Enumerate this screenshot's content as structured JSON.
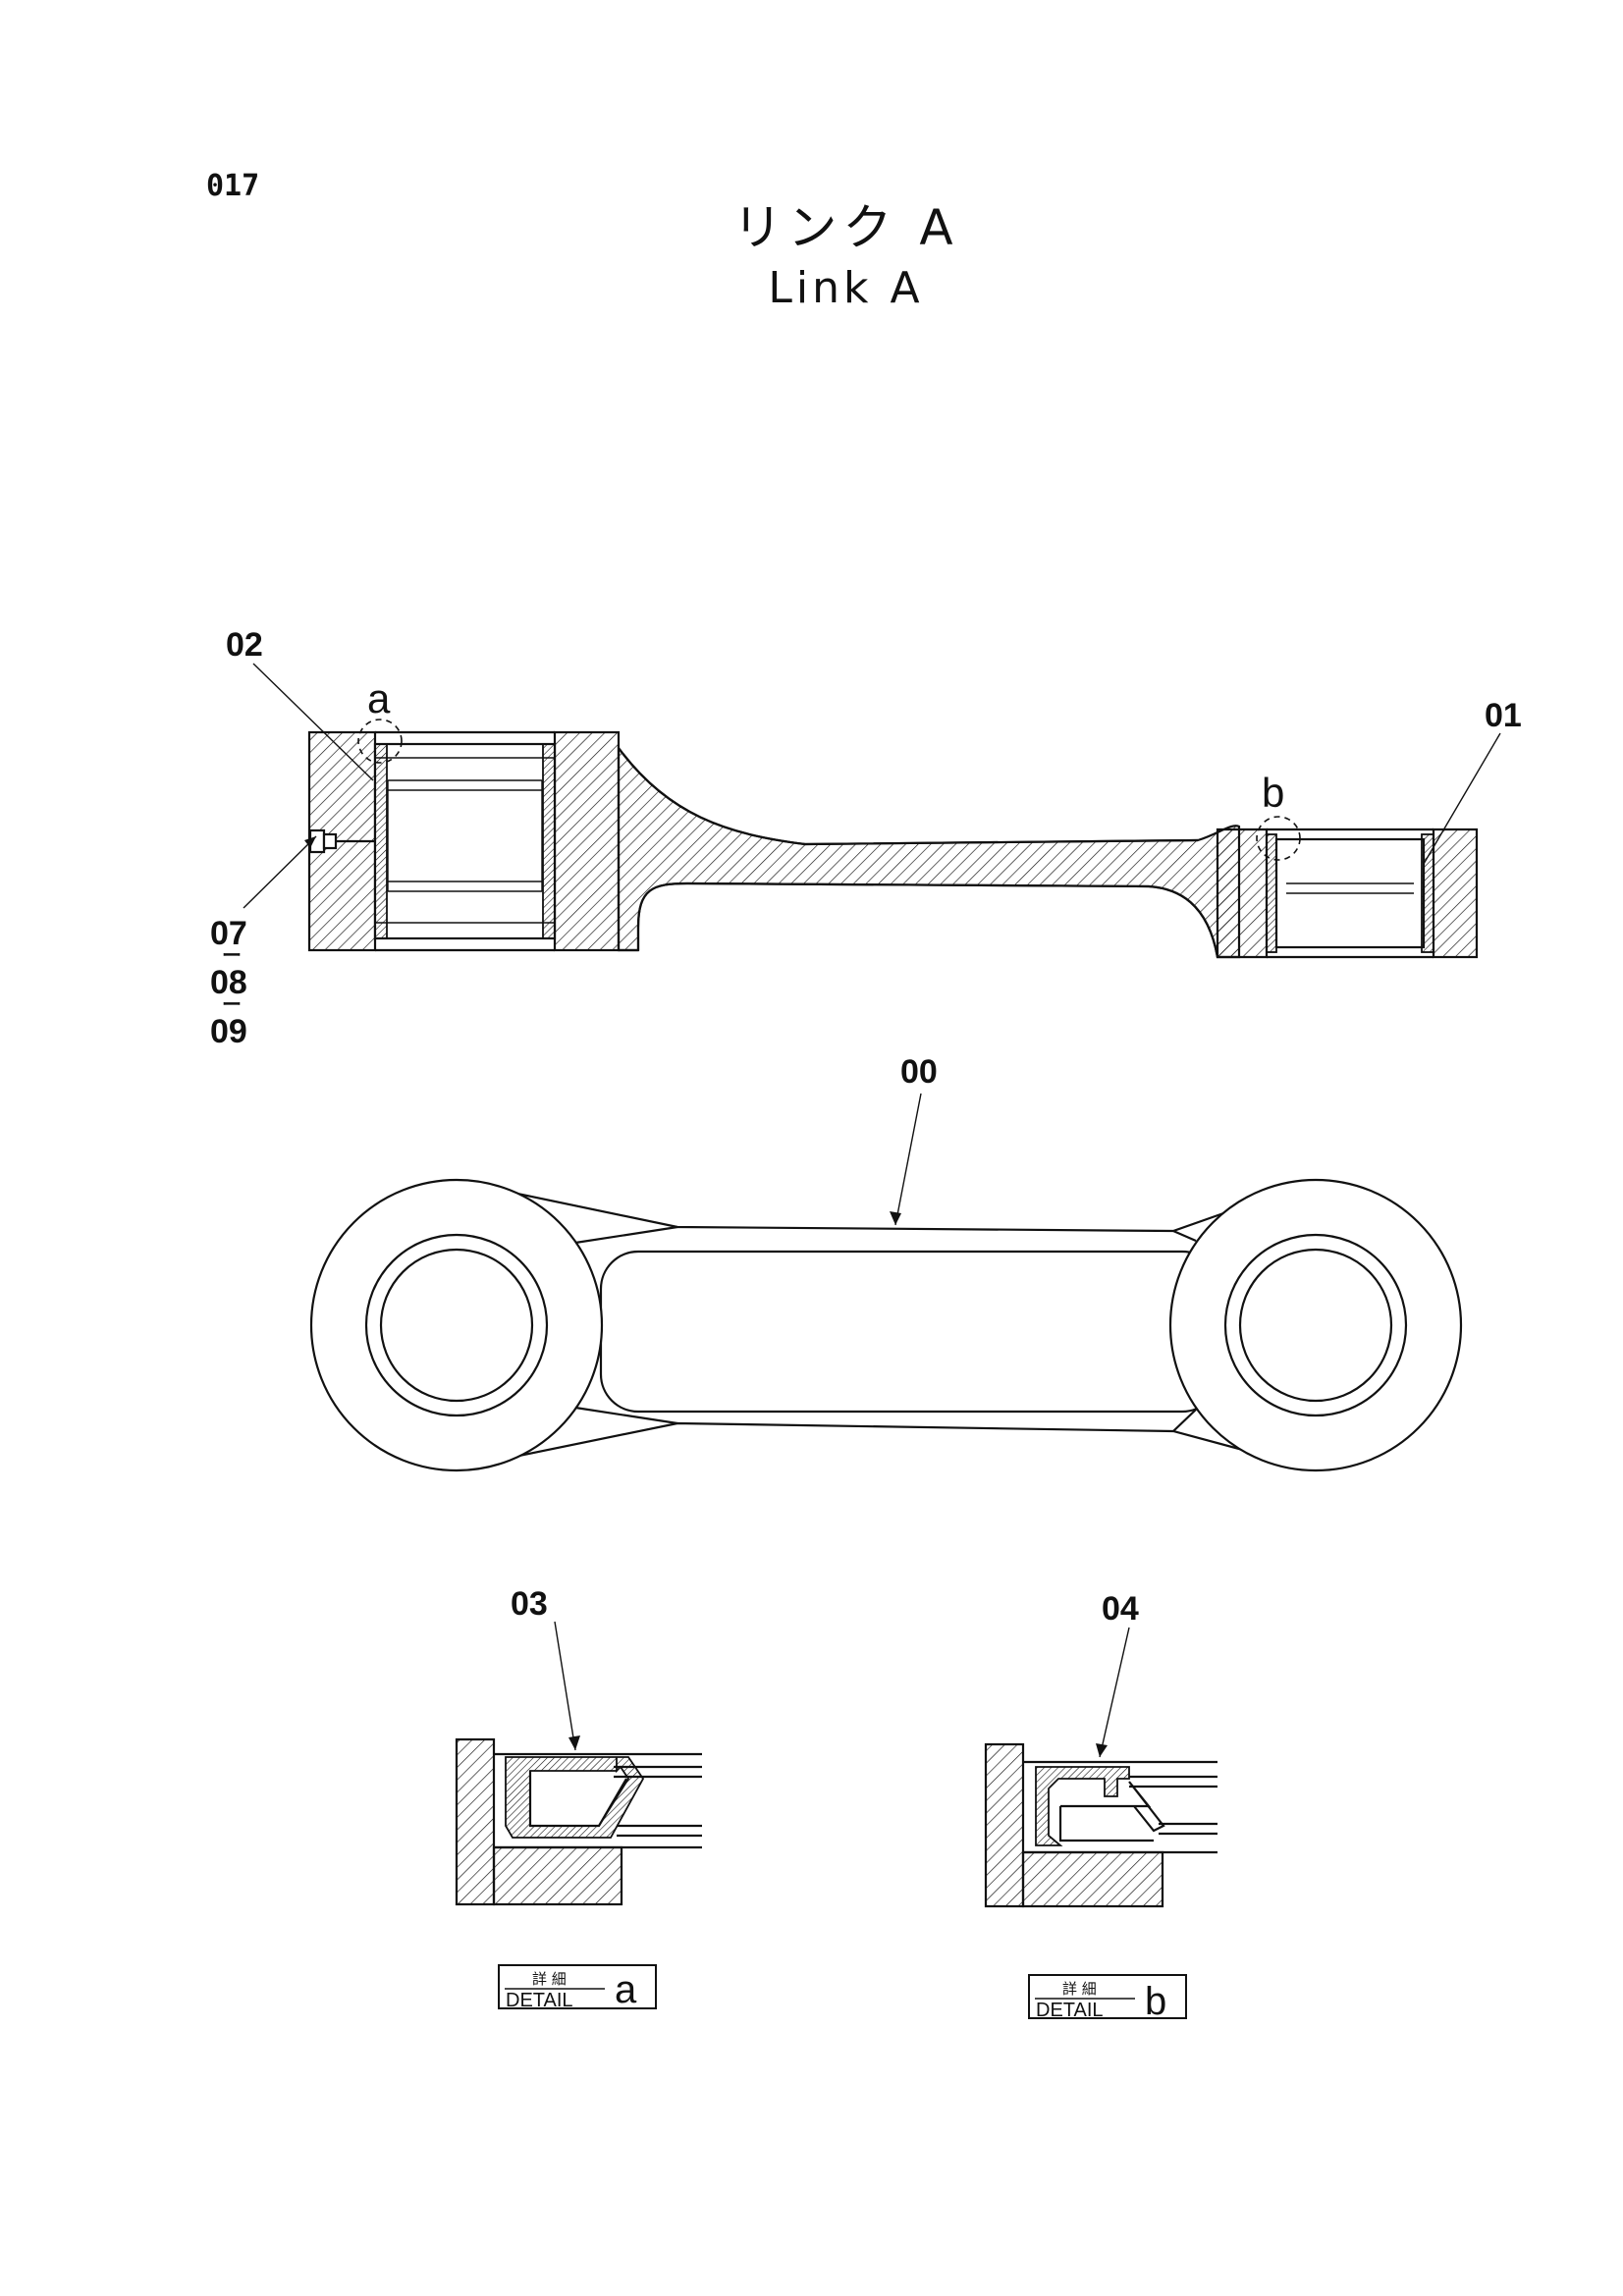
{
  "page_number": "017",
  "title": {
    "japanese": "リンク A",
    "english": "Link A"
  },
  "part_labels": {
    "p00": "00",
    "p01": "01",
    "p02": "02",
    "p03": "03",
    "p04": "04",
    "p07": "07",
    "p08": "08",
    "p09": "09",
    "dash1": "ー",
    "dash2": "ー"
  },
  "detail_callouts": {
    "a": "a",
    "b": "b"
  },
  "detail_boxes": {
    "a": {
      "japanese": "詳 細",
      "english": "DETAIL",
      "letter": "a"
    },
    "b": {
      "japanese": "詳 細",
      "english": "DETAIL",
      "letter": "b"
    }
  }
}
